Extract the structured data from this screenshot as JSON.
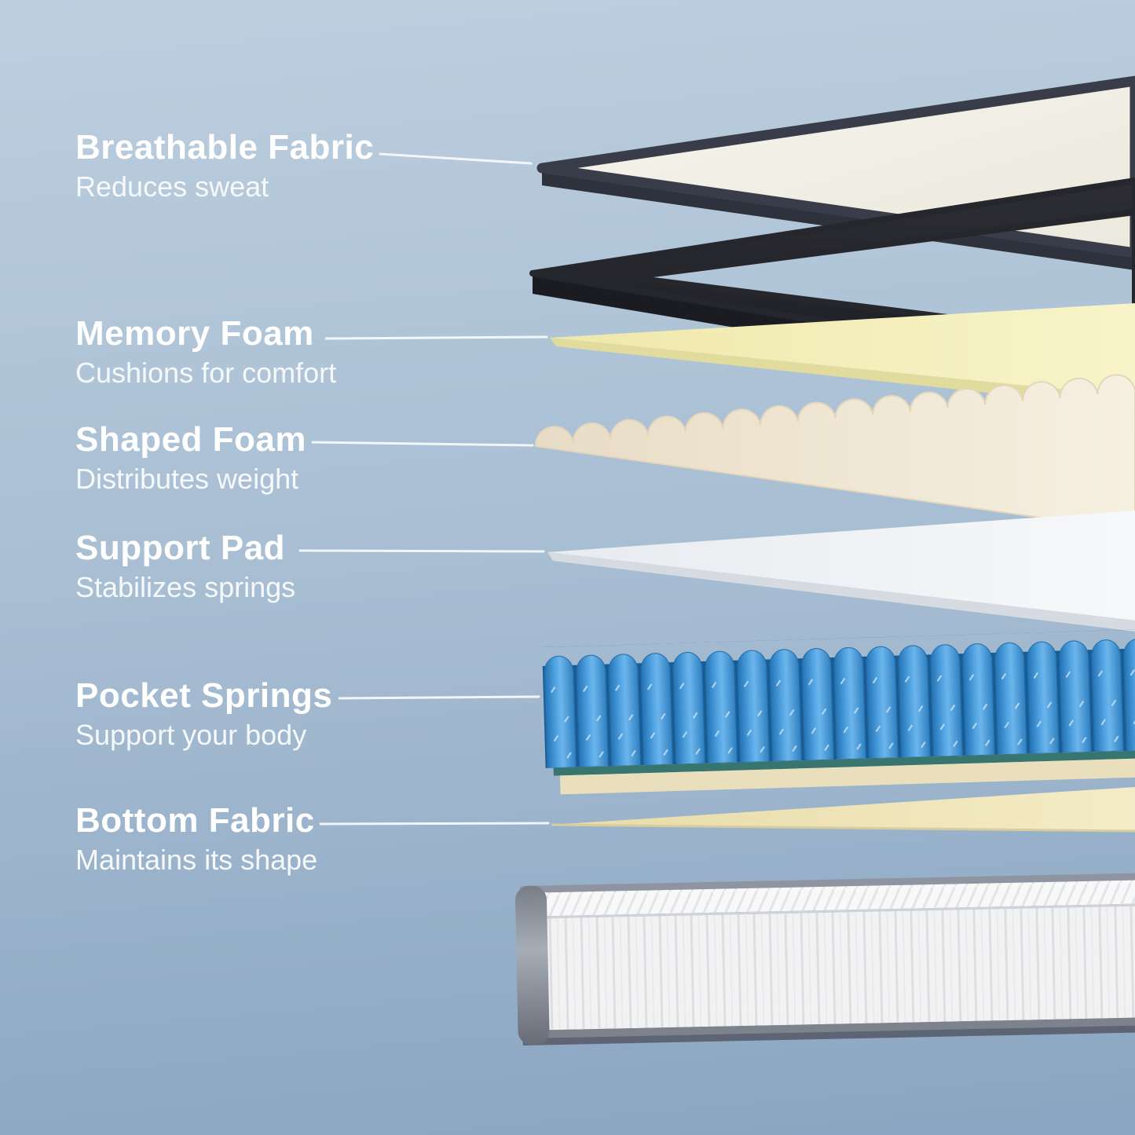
{
  "labels": [
    {
      "title": "Breathable Fabric",
      "subtitle": "Reduces sweat"
    },
    {
      "title": "Memory Foam",
      "subtitle": "Cushions for comfort"
    },
    {
      "title": "Shaped Foam",
      "subtitle": "Distributes weight"
    },
    {
      "title": "Support Pad",
      "subtitle": "Stabilizes springs"
    },
    {
      "title": "Pocket Springs",
      "subtitle": "Support your body"
    },
    {
      "title": "Bottom Fabric",
      "subtitle": "Maintains its shape"
    }
  ],
  "colors": {
    "background_top": "#bdcfdf",
    "background_bottom": "#8aa5c1",
    "label_text": "#ffffff",
    "leader_line": "#f2f6f9",
    "mattress_top_white": "#f5f2e9",
    "dark_fabric_frame": "#26272c",
    "memory_foam_yellow": "#f6f1c2",
    "shaped_foam_cream": "#f2ebd9",
    "support_pad_white": "#f2f4f6",
    "pocket_spring_blue": "#4a9fe0",
    "spring_base_teal": "#37756e",
    "bottom_fabric_cream": "#eee5ba",
    "mattress_side_white": "#f3f3f4",
    "mattress_piping_gray": "#80858f"
  }
}
